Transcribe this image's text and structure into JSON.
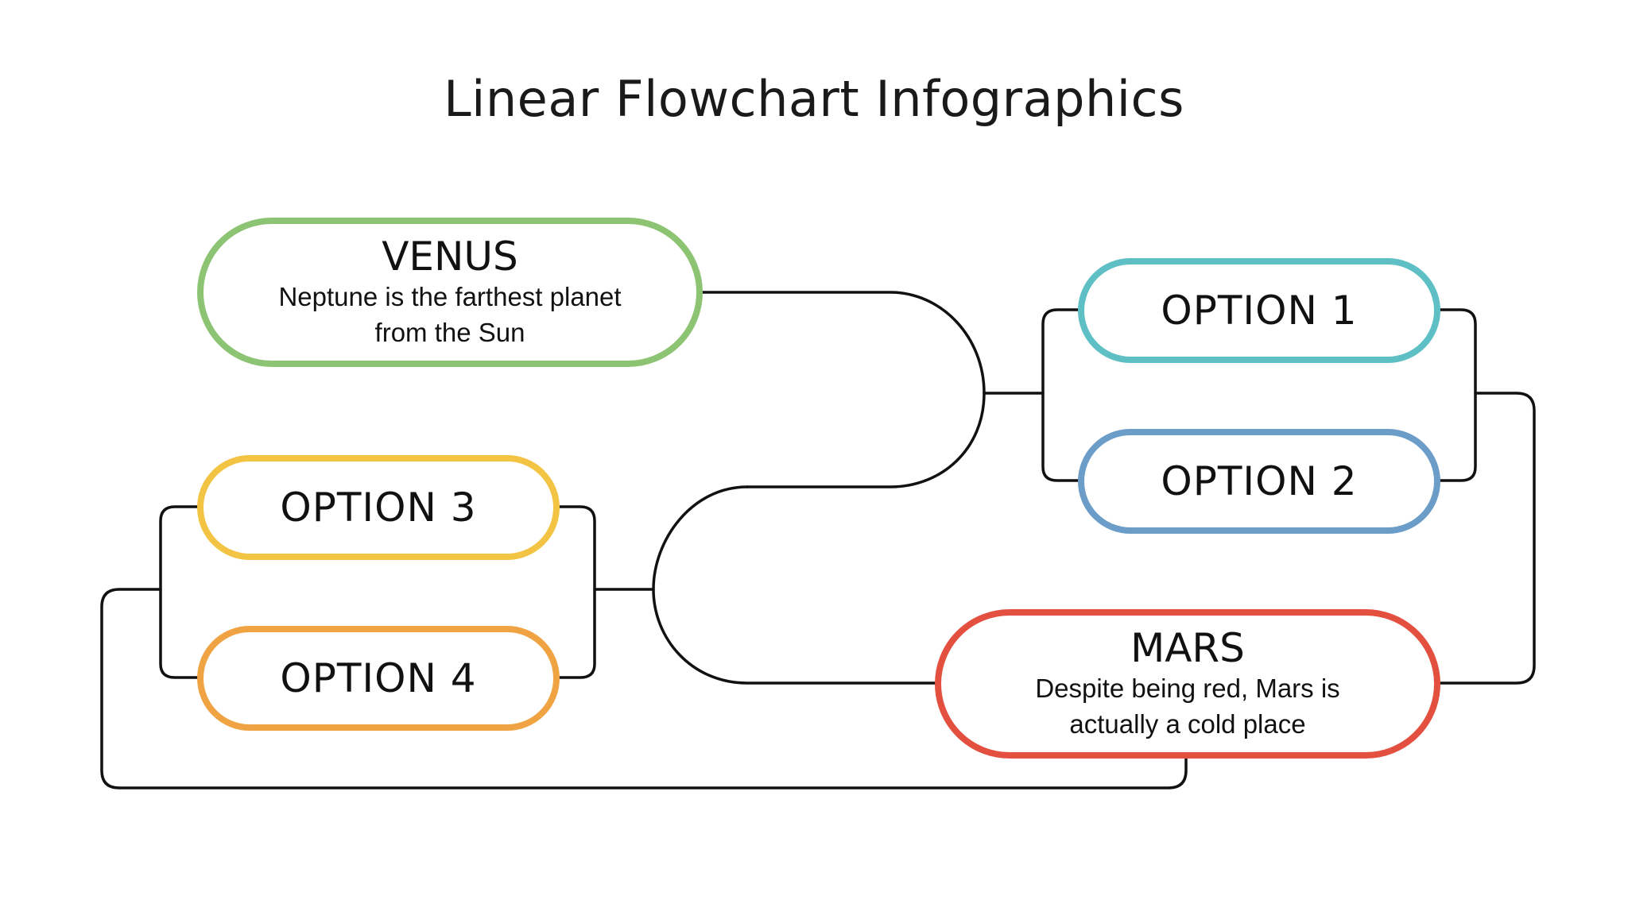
{
  "title": "Linear Flowchart Infographics",
  "colors": {
    "venus": "#8cc474",
    "mars": "#e4503f",
    "option1": "#5ec0c4",
    "option2": "#6c9dc9",
    "option3": "#f3c443",
    "option4": "#f0a343",
    "connector": "#111111"
  },
  "nodes": {
    "venus": {
      "heading": "VENUS",
      "description_line1": "Neptune is the farthest planet",
      "description_line2": "from the Sun"
    },
    "mars": {
      "heading": "MARS",
      "description_line1": "Despite being red, Mars is",
      "description_line2": "actually a cold place"
    },
    "option1": {
      "label": "OPTION 1"
    },
    "option2": {
      "label": "OPTION 2"
    },
    "option3": {
      "label": "OPTION 3"
    },
    "option4": {
      "label": "OPTION 4"
    }
  }
}
